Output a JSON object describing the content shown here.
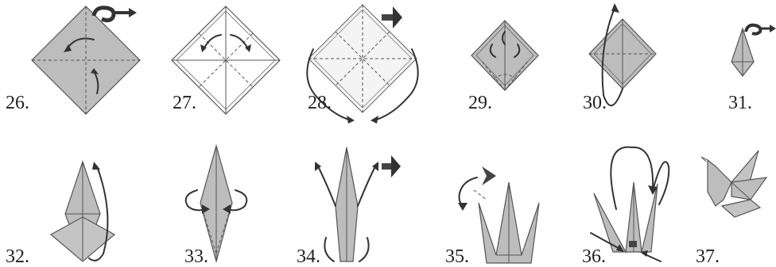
{
  "steps": [
    {
      "number": "26.",
      "icon": "square-turn-over-diagram"
    },
    {
      "number": "27.",
      "icon": "creased-square-diagram"
    },
    {
      "number": "28.",
      "icon": "collapse-square-diagram"
    },
    {
      "number": "29.",
      "icon": "preliminary-base-diagram"
    },
    {
      "number": "30.",
      "icon": "petal-fold-diagram"
    },
    {
      "number": "31.",
      "icon": "kite-turn-over-diagram"
    },
    {
      "number": "32.",
      "icon": "bird-base-fold-diagram"
    },
    {
      "number": "33.",
      "icon": "narrow-flaps-diagram"
    },
    {
      "number": "34.",
      "icon": "inside-reverse-fold-diagram"
    },
    {
      "number": "35.",
      "icon": "head-reverse-fold-diagram"
    },
    {
      "number": "36.",
      "icon": "spread-wings-diagram"
    },
    {
      "number": "37.",
      "icon": "finished-crane-diagram"
    }
  ],
  "colors": {
    "paper": "#bdbdbd",
    "ink": "#333333",
    "background": "#ffffff"
  }
}
